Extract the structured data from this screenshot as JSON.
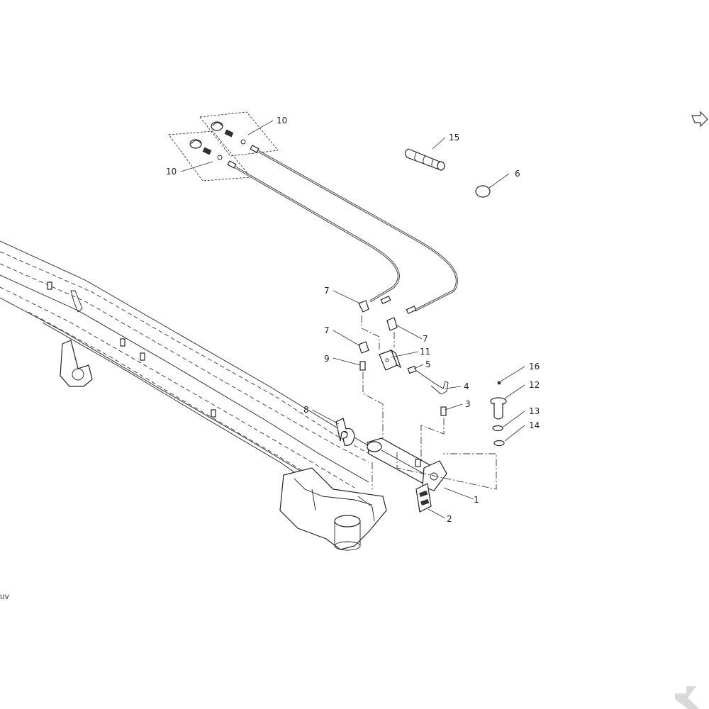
{
  "diagram": {
    "callouts": [
      {
        "id": "c10a",
        "text": "10"
      },
      {
        "id": "c10b",
        "text": "10"
      },
      {
        "id": "c15",
        "text": "15"
      },
      {
        "id": "c6",
        "text": "6"
      },
      {
        "id": "c7a",
        "text": "7"
      },
      {
        "id": "c7b",
        "text": "7"
      },
      {
        "id": "c7c",
        "text": "7"
      },
      {
        "id": "c11",
        "text": "11"
      },
      {
        "id": "c9",
        "text": "9"
      },
      {
        "id": "c5",
        "text": "5"
      },
      {
        "id": "c4",
        "text": "4"
      },
      {
        "id": "c3",
        "text": "3"
      },
      {
        "id": "c8",
        "text": "8"
      },
      {
        "id": "c16",
        "text": "16"
      },
      {
        "id": "c12",
        "text": "12"
      },
      {
        "id": "c13",
        "text": "13"
      },
      {
        "id": "c14",
        "text": "14"
      },
      {
        "id": "c1",
        "text": "1"
      },
      {
        "id": "c2",
        "text": "2"
      }
    ],
    "corner_code": "UV",
    "direction_icon": "outline-arrow-icon",
    "brand_logo": "k-logo-icon"
  }
}
